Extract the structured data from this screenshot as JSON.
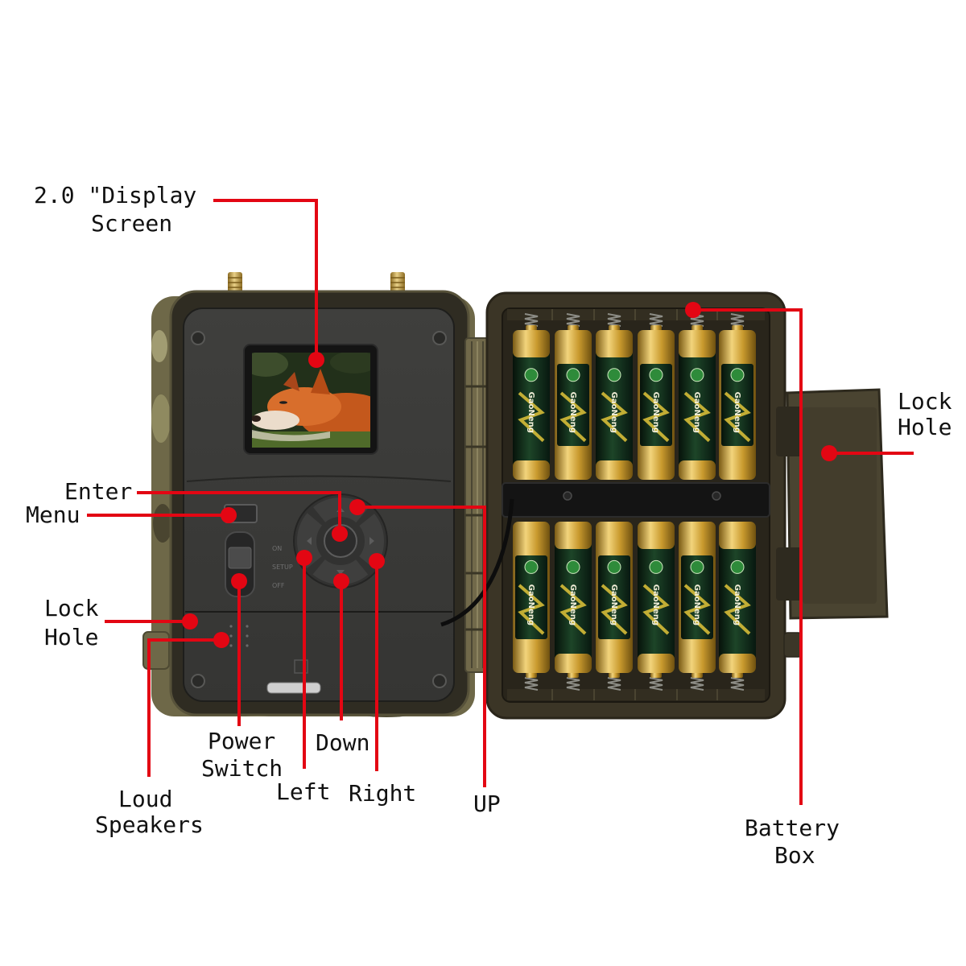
{
  "labels": {
    "display_screen": {
      "line1": "2.0 \"Display",
      "line2": "Screen"
    },
    "enter": "Enter",
    "menu": "Menu",
    "lock_hole_left": {
      "line1": "Lock",
      "line2": "Hole"
    },
    "power_switch": {
      "line1": "Power",
      "line2": "Switch"
    },
    "down": "Down",
    "left": "Left",
    "right": "Right",
    "up": "UP",
    "loud_speakers": {
      "line1": "Loud",
      "line2": "Speakers"
    },
    "battery_box": {
      "line1": "Battery",
      "line2": "Box"
    },
    "lock_hole_right": {
      "line1": "Lock",
      "line2": "Hole"
    }
  },
  "device": {
    "switch_labels": {
      "on": "ON",
      "setup": "SETUP",
      "off": "OFF"
    },
    "battery_brand": "GaoNeng"
  },
  "colors": {
    "callout": "#e30613",
    "label_text": "#111111",
    "background": "#ffffff"
  }
}
